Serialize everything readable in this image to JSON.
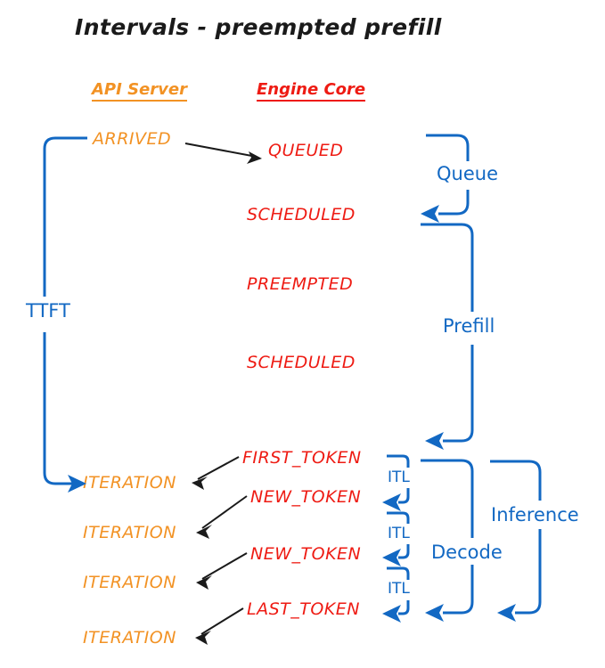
{
  "title": "Intervals - preempted prefill",
  "colors": {
    "api_server": "#F29224",
    "engine_core": "#EE1B13",
    "annotation_blue": "#1268C3",
    "arrow_black": "#1a1a1a",
    "background": "#ffffff"
  },
  "columns": [
    {
      "label": "API Server",
      "color_key": "api_server"
    },
    {
      "label": "Engine Core",
      "color_key": "engine_core"
    }
  ],
  "api_server_events": [
    {
      "label": "ARRIVED"
    },
    {
      "label": "ITERATION"
    },
    {
      "label": "ITERATION"
    },
    {
      "label": "ITERATION"
    },
    {
      "label": "ITERATION"
    }
  ],
  "engine_core_events": [
    {
      "label": "QUEUED"
    },
    {
      "label": "SCHEDULED"
    },
    {
      "label": "PREEMPTED"
    },
    {
      "label": "SCHEDULED"
    },
    {
      "label": "FIRST_TOKEN"
    },
    {
      "label": "NEW_TOKEN"
    },
    {
      "label": "NEW_TOKEN"
    },
    {
      "label": "LAST_TOKEN"
    }
  ],
  "intervals": [
    {
      "name": "TTFT",
      "label": "TTFT"
    },
    {
      "name": "Queue",
      "label": "Queue"
    },
    {
      "name": "Prefill",
      "label": "Prefill"
    },
    {
      "name": "Decode",
      "label": "Decode"
    },
    {
      "name": "Inference",
      "label": "Inference"
    },
    {
      "name": "ITL-1",
      "label": "ITL"
    },
    {
      "name": "ITL-2",
      "label": "ITL"
    },
    {
      "name": "ITL-3",
      "label": "ITL"
    }
  ]
}
